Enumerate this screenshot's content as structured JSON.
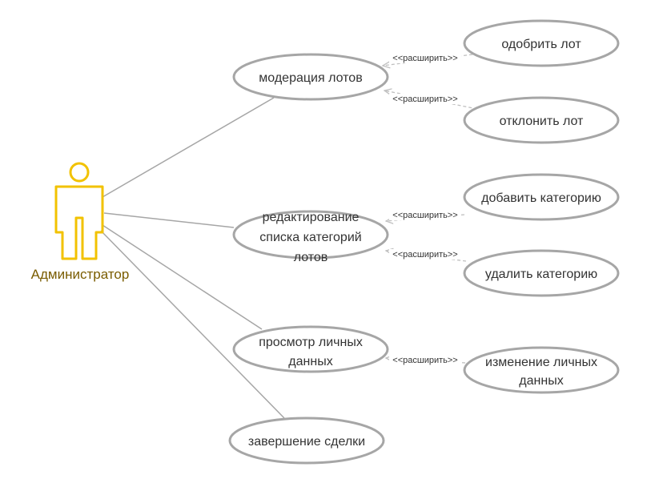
{
  "actor": {
    "name": "Администратор",
    "color": "#f2c200",
    "label_color": "#7a5c00"
  },
  "use_cases": [
    {
      "id": "moderation",
      "lines": [
        "модерация лотов"
      ]
    },
    {
      "id": "approve",
      "lines": [
        "одобрить лот"
      ]
    },
    {
      "id": "reject",
      "lines": [
        "отклонить лот"
      ]
    },
    {
      "id": "edit_categories",
      "lines": [
        "редактирование",
        "списка категорий",
        "лотов"
      ]
    },
    {
      "id": "add_category",
      "lines": [
        "добавить категорию"
      ]
    },
    {
      "id": "delete_category",
      "lines": [
        "удалить категорию"
      ]
    },
    {
      "id": "view_personal",
      "lines": [
        "просмотр личных",
        "данных"
      ]
    },
    {
      "id": "change_personal",
      "lines": [
        "изменение личных",
        "данных"
      ]
    },
    {
      "id": "complete_deal",
      "lines": [
        "завершение сделки"
      ]
    }
  ],
  "associations": [
    {
      "from": "actor",
      "to": "moderation"
    },
    {
      "from": "actor",
      "to": "edit_categories"
    },
    {
      "from": "actor",
      "to": "view_personal"
    },
    {
      "from": "actor",
      "to": "complete_deal"
    }
  ],
  "extends": [
    {
      "from": "approve",
      "to": "moderation",
      "label": "<<расширить>>"
    },
    {
      "from": "reject",
      "to": "moderation",
      "label": "<<расширить>>"
    },
    {
      "from": "add_category",
      "to": "edit_categories",
      "label": "<<расширить>>"
    },
    {
      "from": "delete_category",
      "to": "edit_categories",
      "label": "<<расширить>>"
    },
    {
      "from": "change_personal",
      "to": "view_personal",
      "label": "<<расширить>>"
    }
  ],
  "colors": {
    "stroke": "#a6a6a6",
    "text": "#333333",
    "extend_line": "#bfbfbf"
  }
}
